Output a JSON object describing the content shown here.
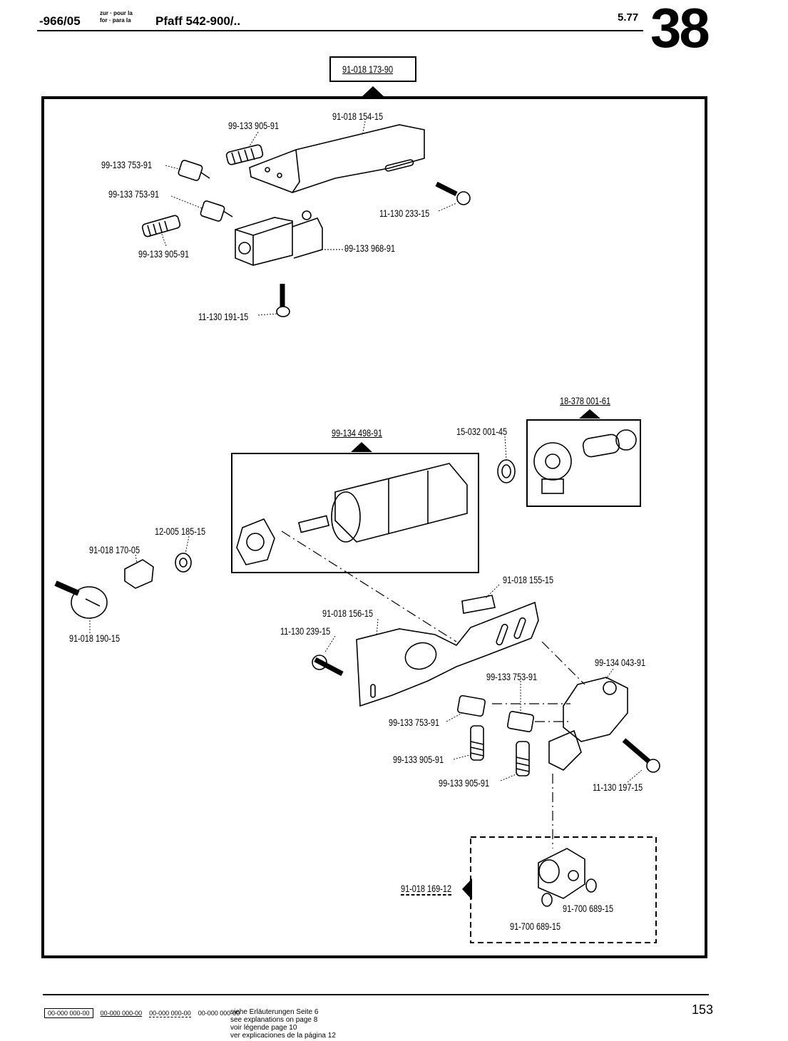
{
  "header": {
    "model_code": "-966/05",
    "lang_line1": "zur · pour la",
    "lang_line2": "for · para la",
    "title": "Pfaff 542-900/..",
    "date": "5.77",
    "page_group": "38"
  },
  "assembly_numbers": {
    "main": "91-018 173-90",
    "cylinder_group": "99-134 498-91",
    "fitting_group": "18-378 001-61",
    "block_group": "91-018 169-12"
  },
  "parts": [
    "99-133 905-91",
    "91-018 154-15",
    "99-133 753-91",
    "99-133 753-91",
    "11-130 233-15",
    "99-133 968-91",
    "99-133 905-91",
    "11-130 191-15",
    "15-032 001-45",
    "12-005 185-15",
    "91-018 170-05",
    "91-018 190-15",
    "91-018 155-15",
    "91-018 156-15",
    "11-130 239-15",
    "99-134 043-91",
    "99-133 753-91",
    "99-133 753-91",
    "99-133 905-91",
    "99-133 905-91",
    "11-130 197-15",
    "91-700 689-15",
    "91-700 689-15"
  ],
  "footer": {
    "codes": [
      "00-000 000-00",
      "00-000 000-00",
      "00-000 000-00",
      "00-000 000-00"
    ],
    "notes": [
      "siehe Erläuterungen Seite 6",
      "see explanations on page 8",
      "voir légende page 10",
      "ver explicaciones de la página 12"
    ],
    "page_number": "153"
  }
}
